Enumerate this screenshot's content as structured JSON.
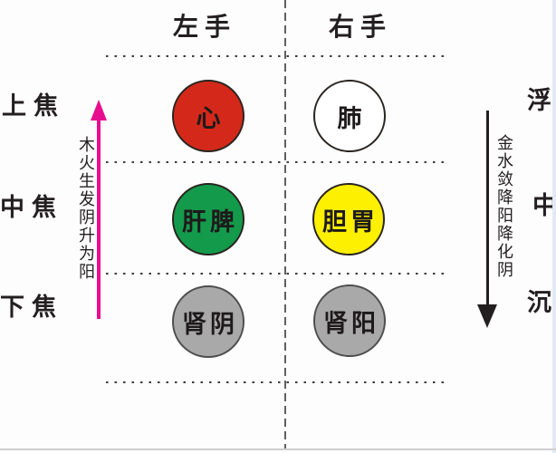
{
  "columns": {
    "left": "左手",
    "right": "右手"
  },
  "jiao_labels": {
    "upper": "上焦",
    "middle": "中焦",
    "lower": "下焦"
  },
  "depth_labels": {
    "upper": "浮",
    "middle": "中",
    "lower": "沉"
  },
  "nodes": {
    "heart": {
      "label": "心",
      "fill": "#d4291a",
      "row": "upper",
      "column": "left"
    },
    "lung": {
      "label": "肺",
      "fill": "#ffffff",
      "row": "upper",
      "column": "right"
    },
    "liver_spleen": {
      "label": "肝脾",
      "fill": "#149a4b",
      "row": "middle",
      "column": "left"
    },
    "gallbladder_stomach": {
      "label": "胆胃",
      "fill": "#fdf000",
      "row": "middle",
      "column": "right"
    },
    "kidney_yin": {
      "label": "肾阴",
      "fill": "#a9a9a9",
      "row": "lower",
      "column": "left"
    },
    "kidney_yang": {
      "label": "肾阳",
      "fill": "#a9a9a9",
      "row": "lower",
      "column": "right"
    }
  },
  "arrows": {
    "ascending": {
      "text": "木火生发阴升为阳",
      "color": "#e80c8e",
      "direction": "up"
    },
    "descending": {
      "text": "金水敛降阳降化阴",
      "color": "#231f20",
      "direction": "down"
    }
  },
  "line_colors": {
    "dotted_divider": "#3c3c3c",
    "center_dashed": "#5f5f5f"
  }
}
